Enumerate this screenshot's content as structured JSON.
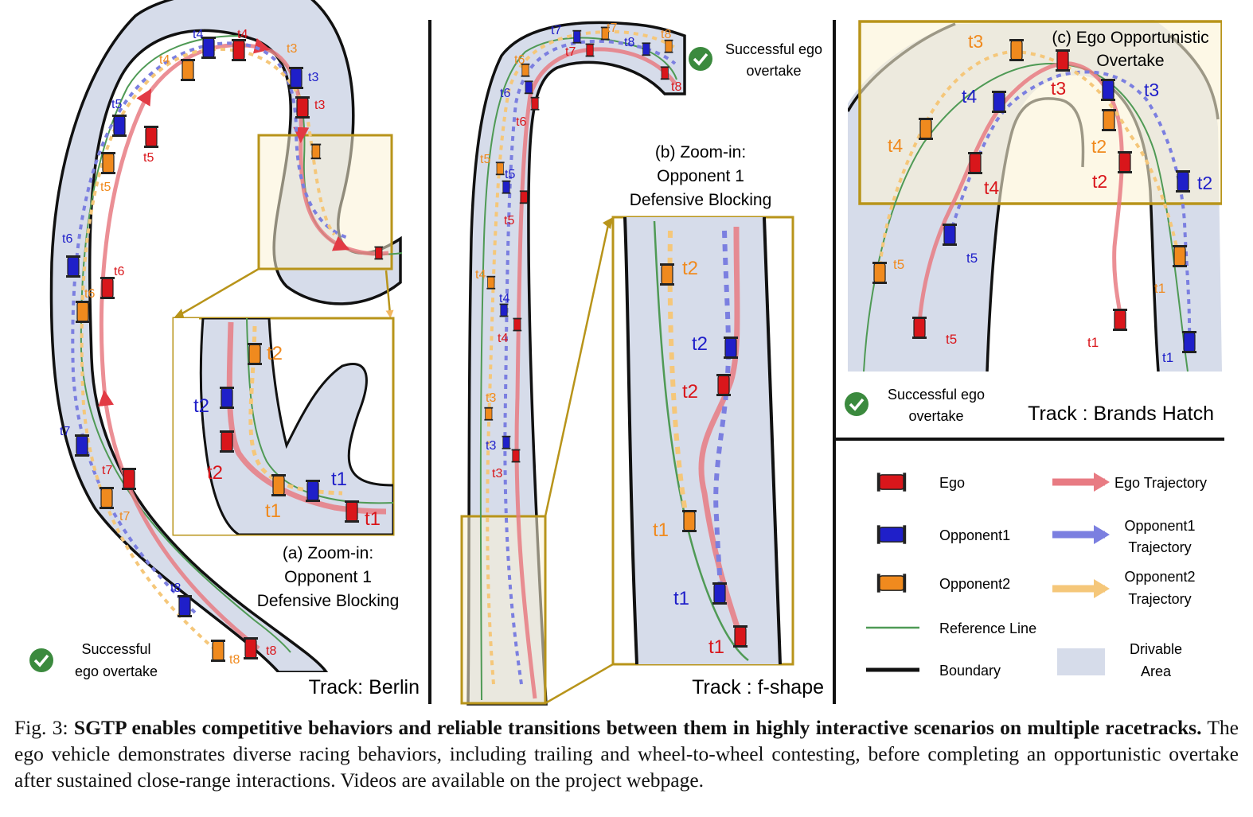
{
  "panels": {
    "berlin": {
      "track_label": "Track: Berlin",
      "zoom_title": [
        "(a) Zoom-in:",
        "Opponent 1",
        "Defensive Blocking"
      ],
      "success": [
        "Successful",
        "ego overtake"
      ],
      "ego_labels": [
        "t1",
        "t2",
        "t3",
        "t4",
        "t5",
        "t6",
        "t7",
        "t8"
      ],
      "opp1_labels": [
        "t1",
        "t2",
        "t3",
        "t4",
        "t5",
        "t6",
        "t7",
        "t8"
      ],
      "opp2_labels": [
        "t1",
        "t2",
        "t4",
        "t5",
        "t6",
        "t7",
        "t8"
      ],
      "zoom_labels": {
        "ego_t2": "t2",
        "ego_t1": "t1",
        "opp1_t2": "t2",
        "opp1_t1": "t1",
        "opp2_t2": "t2",
        "opp2_t1": "t1"
      }
    },
    "fshape": {
      "track_label": "Track : f-shape",
      "zoom_title": [
        "(b) Zoom-in:",
        "Opponent 1",
        "Defensive Blocking"
      ],
      "success": [
        "Successful  ego",
        "overtake"
      ],
      "ego_labels": [
        "t3",
        "t4",
        "t5",
        "t6",
        "t7",
        "t8"
      ],
      "opp1_labels": [
        "t3",
        "t4",
        "t5",
        "t6",
        "t7",
        "t8"
      ],
      "opp2_labels": [
        "t3",
        "t4",
        "t5",
        "t6",
        "t7",
        "t8"
      ],
      "zoom_labels": {
        "opp2_t2": "t2",
        "opp1_t2": "t2",
        "ego_t2": "t2",
        "opp2_t1": "t1",
        "opp1_t1": "t1",
        "ego_t1": "t1"
      }
    },
    "brands": {
      "track_label": "Track : Brands Hatch",
      "zoom_title": [
        "(c) Ego Opportunistic",
        "Overtake"
      ],
      "success": [
        "Successful  ego",
        "overtake"
      ],
      "ego_labels": [
        "t1",
        "t2",
        "t3",
        "t4",
        "t5"
      ],
      "opp1_labels": [
        "t1",
        "t2",
        "t3",
        "t4",
        "t5"
      ],
      "opp2_labels": [
        "t1",
        "t2",
        "t3",
        "t4",
        "t5"
      ]
    }
  },
  "legend": {
    "ego": "Ego",
    "ego_traj": "Ego Trajectory",
    "opp1": "Opponent1",
    "opp1_traj": [
      "Opponent1",
      "Trajectory"
    ],
    "opp2": "Opponent2",
    "opp2_traj": [
      "Opponent2",
      "Trajectory"
    ],
    "ref": "Reference Line",
    "drivable": [
      "Drivable",
      "Area"
    ],
    "boundary": "Boundary"
  },
  "caption": {
    "prefix": "Fig. 3: ",
    "bold": "SGTP enables competitive behaviors and reliable transitions between them in highly interactive scenarios on multiple racetracks.",
    "rest": " The ego vehicle demonstrates diverse racing behaviors, including trailing and wheel-to-wheel contesting, before completing an opportunistic overtake after sustained close-range interactions. Videos are available on the project webpage."
  },
  "colors": {
    "ego": "#d9161b",
    "opp1": "#1f1fc9",
    "opp2": "#f08a1e",
    "ref": "#4f9a55",
    "drivable": "#d6dcea",
    "zoom_box": "#b8941a",
    "zoom_fill": "#fbf3d6",
    "check": "#3b8a3e",
    "ego_traj": "#e87b83",
    "opp1_traj": "#7b7fe0",
    "opp2_traj": "#f5c77a"
  }
}
